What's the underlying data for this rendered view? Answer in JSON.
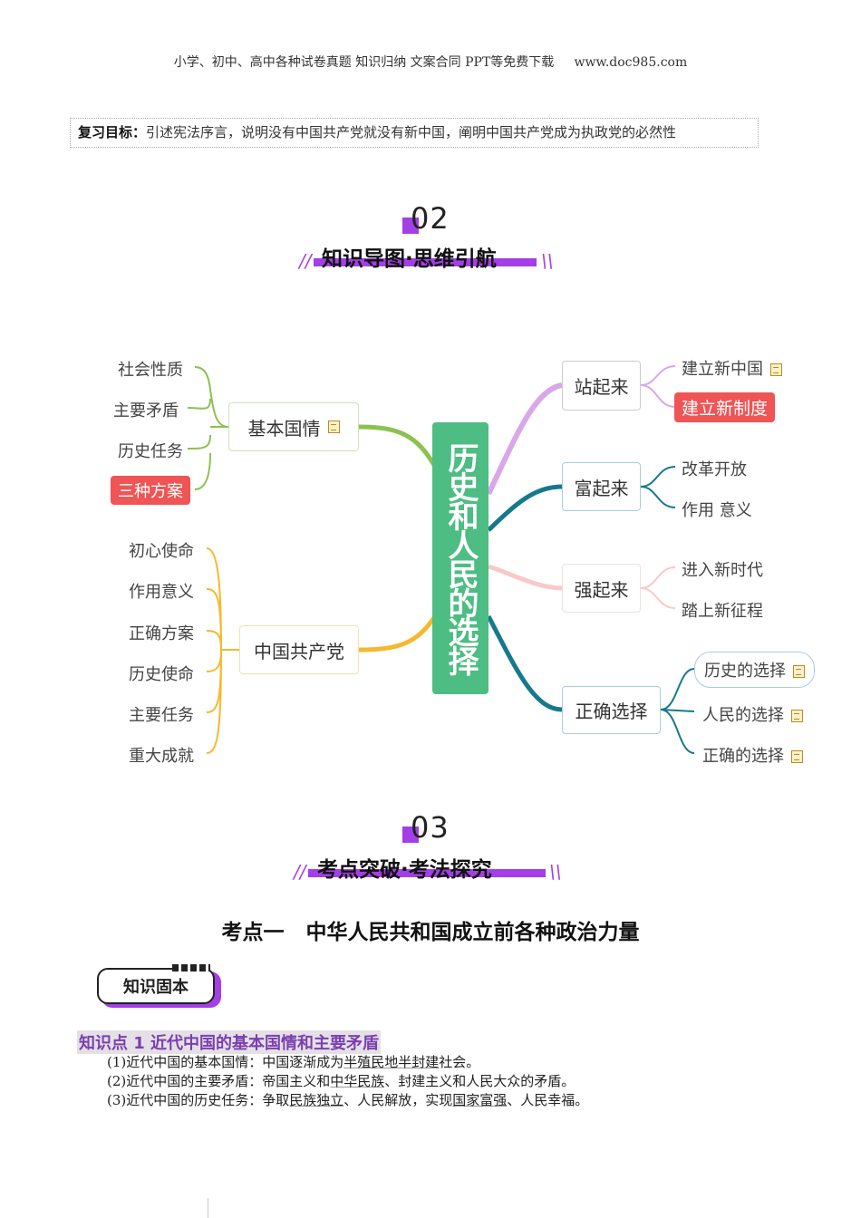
{
  "header": {
    "text": "小学、初中、高中各种试卷真题  知识归纳  文案合同  PPT等免费下载",
    "url": "www.doc985.com"
  },
  "goal": {
    "label": "复习目标：",
    "text": "引述宪法序言，说明没有中国共产党就没有新中国，阐明中国共产党成为执政党的必然性"
  },
  "section2": {
    "num": "02",
    "title": "知识导图·思维引航"
  },
  "mindmap": {
    "center": "历史和人民的选择",
    "left": [
      {
        "label": "基本国情",
        "color": "#8cc152",
        "items": [
          "社会性质",
          "主要矛盾",
          "历史任务",
          "三种方案"
        ]
      },
      {
        "label": "中国共产党",
        "color": "#f5b82e",
        "items": [
          "初心使命",
          "作用意义",
          "正确方案",
          "历史使命",
          "主要任务",
          "重大成就"
        ]
      }
    ],
    "right": [
      {
        "label": "站起来",
        "color": "#d9a8e8",
        "items": [
          "建立新中国",
          "建立新制度"
        ]
      },
      {
        "label": "富起来",
        "color": "#17798c",
        "items": [
          "改革开放",
          "作用 意义"
        ]
      },
      {
        "label": "强起来",
        "color": "#f9c9c9",
        "items": [
          "进入新时代",
          "踏上新征程"
        ]
      },
      {
        "label": "正确选择",
        "color": "#17798c",
        "items": [
          "历史的选择",
          "人民的选择",
          "正确的选择"
        ]
      }
    ]
  },
  "section3": {
    "num": "03",
    "title": "考点突破·考法探究"
  },
  "topic": "考点一   中华人民共和国成立前各种政治力量",
  "badge": "知识固本",
  "kp": {
    "title": "知识点 1 近代中国的基本国情和主要矛盾",
    "lines": [
      {
        "a": "(1)近代中国的基本国情：中国逐渐成为",
        "u": "半殖民地半封建",
        "b": "社会。"
      },
      {
        "a": "(2)近代中国的主要矛盾：帝国主义和",
        "u": "中华民族",
        "b": "、封建主义和人民大众的矛盾。"
      },
      {
        "a": "(3)近代中国的历史任务：争取",
        "u": "民族独立",
        "b": "、人民解放，实现",
        "u2": "国家富强",
        "c": "、人民幸福。"
      }
    ]
  }
}
